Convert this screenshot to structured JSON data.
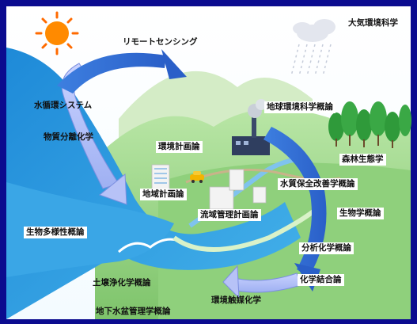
{
  "labels": {
    "atmospheric_science": "大気環境科学",
    "remote_sensing": "リモートセンシング",
    "water_cycle_system": "水循環システム",
    "physical_separation_chemistry": "物質分離化学",
    "global_environment_intro": "地球環境科学概論",
    "environmental_planning": "環境計画論",
    "forest_ecology": "森林生態学",
    "regional_planning": "地域計画論",
    "water_quality_improvement_intro": "水質保全改善学概論",
    "biology_intro": "生物学概論",
    "watershed_management_planning": "流域管理計画論",
    "biodiversity_intro": "生物多様性概論",
    "analytical_chemistry_intro": "分析化学概論",
    "chemical_bonding": "化学結合論",
    "soil_remediation_chemistry_intro": "土壌浄化学概論",
    "environmental_catalysis_chemistry": "環境触媒化学",
    "groundwater_basin_management_intro": "地下水盆管理学概論"
  },
  "colors": {
    "background": "#0b0b8f",
    "sky": "#ffffff",
    "sea": "#2c9be0",
    "hills": "#8fd07c",
    "arrow": "#2f6fd6",
    "sun": "#ff7a00"
  },
  "icons": {
    "sun": "sun-icon",
    "cloud": "cloud-icon",
    "factory": "factory-icon",
    "car": "car-icon"
  }
}
